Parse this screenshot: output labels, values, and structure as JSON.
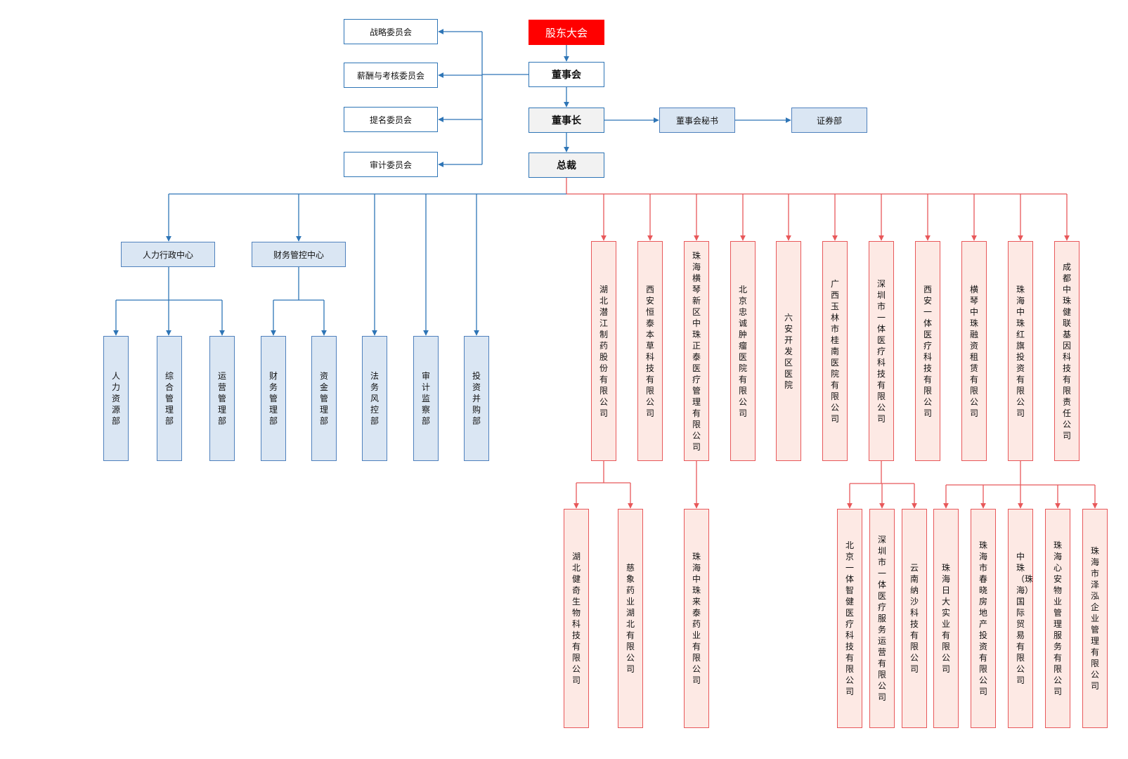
{
  "top": {
    "shareholders": "股东大会",
    "board": "董事会",
    "chairman": "董事长",
    "ceo": "总裁",
    "secretary": "董事会秘书",
    "securities": "证券部"
  },
  "committees": [
    "战略委员会",
    "薪酬与考核委员会",
    "提名委员会",
    "审计委员会"
  ],
  "centers": [
    "人力行政中心",
    "财务管控中心"
  ],
  "departments": [
    "人力资源部",
    "综合管理部",
    "运营管理部",
    "财务管理部",
    "资金管理部",
    "法务风控部",
    "审计监察部",
    "投资并购部"
  ],
  "subsidiaries": [
    "湖北潜江制药股份有限公司",
    "西安恒泰本草科技有限公司",
    "珠海横琴新区中珠正泰医疗管理有限公司",
    "北京忠诚肿瘤医院有限公司",
    "六安开发区医院",
    "广西玉林市桂南医院有限公司",
    "深圳市一体医疗科技有限公司",
    "西安一体医疗科技有限公司",
    "横琴中珠融资租赁有限公司",
    "珠海中珠红旗投资有限公司",
    "成都中珠健联基因科技有限责任公司"
  ],
  "second_level": [
    "湖北健奇生物科技有限公司",
    "慈象药业湖北有限公司",
    "珠海中珠来泰药业有限公司",
    "北京一体智健医疗科技有限公司",
    "深圳市一体医疗服务运营有限公司",
    "云南纳沙科技有限公司",
    "珠海日大实业有限公司",
    "珠海市春晓房地产投资有限公司",
    "中珠（珠海）国际贸易有限公司",
    "珠海心安物业管理服务有限公司",
    "珠海市泽泓企业管理有限公司"
  ],
  "colors": {
    "blue_line": "#2e75b6",
    "blue_fill": "#dae6f3",
    "red_line": "#e8585a",
    "red_fill": "#fde9e4",
    "shareholders_fill": "#ff0000"
  }
}
